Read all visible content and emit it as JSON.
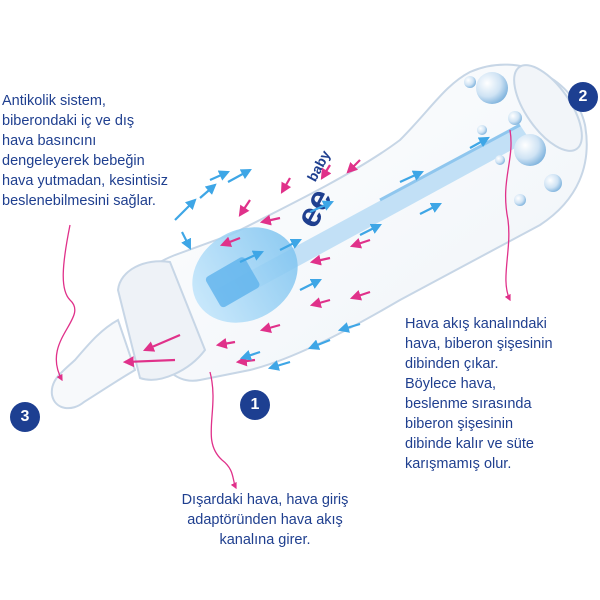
{
  "captions": {
    "antikolik": {
      "lines": [
        "Antikolik sistem,",
        "biberondaki iç ve dış",
        "hava basıncını",
        "dengeleyerek bebeğin",
        "hava yutmadan, kesintisiz",
        "beslenebilmesini sağlar."
      ]
    },
    "channel": {
      "lines": [
        "Hava akış kanalındaki",
        "hava, biberon şişesinin",
        "dibinden çıkar.",
        "Böylece hava,",
        "beslenme sırasında",
        "biberon şişesinin",
        "dibinde kalır ve süte",
        "karışmamış olur."
      ]
    },
    "intake": {
      "lines": [
        "Dışardaki hava, hava giriş",
        "adaptöründen hava akış",
        "kanalına girer."
      ]
    }
  },
  "badges": [
    "1",
    "2",
    "3"
  ],
  "logo": {
    "text": "baby"
  },
  "colors": {
    "text": "#1f3f8f",
    "badge": "#1d3f91",
    "arrow_pink": "#e0318a",
    "arrow_blue": "#3ea6e6",
    "bottle_outline": "#c7d6e6"
  }
}
